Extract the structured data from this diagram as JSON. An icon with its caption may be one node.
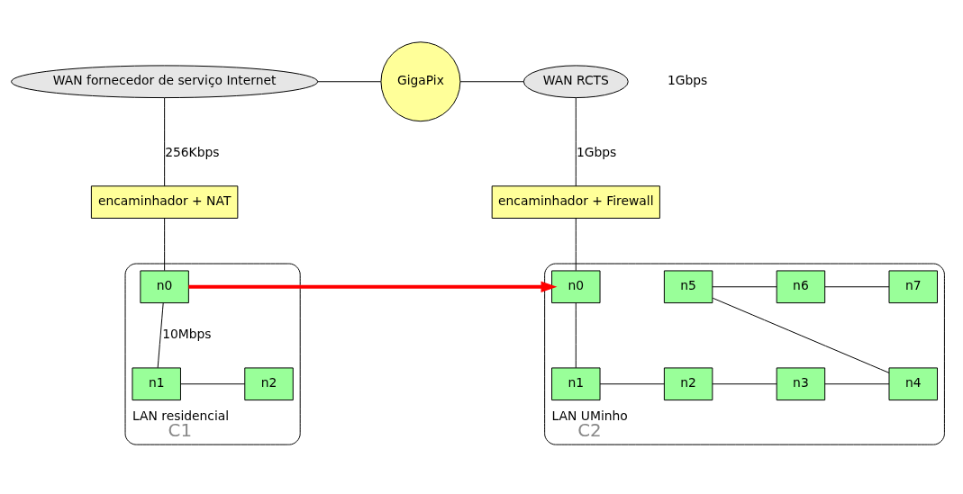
{
  "diagram": {
    "nodes": [
      {
        "text": [
          "WAN fornecedor de serviço Internet"
        ]
      },
      {
        "text": [
          "GigaPix"
        ]
      },
      {
        "text": [
          "WAN RCTS"
        ]
      },
      {
        "text": [
          "LAN residencial",
          "C1"
        ]
      },
      {
        "text": [
          "encaminhador + NAT"
        ]
      },
      {
        "text": [
          "n0"
        ],
        "in": 3
      },
      {
        "text": [
          "n1"
        ],
        "in": 3
      },
      {
        "text": [
          "n2"
        ],
        "in": 3
      },
      {
        "text": [
          "LAN UMinho",
          "C2"
        ]
      },
      {
        "text": [
          "encaminhador + Firewall"
        ]
      },
      {
        "text": [
          "n0"
        ],
        "in": 8
      },
      {
        "text": [
          "n7"
        ],
        "in": 8
      },
      {
        "text": [
          "n6"
        ],
        "in": 8
      },
      {
        "text": [
          "n5"
        ],
        "in": 8
      },
      {
        "text": [
          "n1"
        ],
        "in": 8
      },
      {
        "text": [
          "n2"
        ],
        "in": 8
      },
      {
        "text": [
          "n3"
        ],
        "in": 8
      },
      {
        "text": [
          "n4"
        ],
        "in": 8
      }
    ],
    "edges": [
      {
        "from": 0,
        "to": 1,
        "arrow": "none"
      },
      {
        "from": 1,
        "to": 2,
        "arrow": "none"
      },
      {
        "from": 0,
        "to": 4,
        "arrow": "none",
        "label": "256Kbps"
      },
      {
        "from": 2,
        "to": 9,
        "arrow": "none",
        "label": "1Gbps"
      },
      {
        "from": 4,
        "to": 5,
        "arrow": "none"
      },
      {
        "from": 9,
        "to": 10,
        "arrow": "none"
      },
      {
        "from": 5,
        "to": 6,
        "arrow": "none",
        "label": "10Mbps"
      },
      {
        "from": 6,
        "to": 7,
        "arrow": "none"
      },
      {
        "from": 10,
        "to": 14,
        "arrow": "none"
      },
      {
        "from": 14,
        "to": 15,
        "arrow": "none"
      },
      {
        "from": 15,
        "to": 16,
        "arrow": "none"
      },
      {
        "from": 16,
        "to": 17,
        "arrow": "none"
      },
      {
        "from": 17,
        "to": 13,
        "arrow": "none"
      },
      {
        "from": 13,
        "to": 12,
        "arrow": "none"
      },
      {
        "from": 12,
        "to": 11,
        "arrow": "none"
      },
      {
        "from": 5,
        "to": 10,
        "arrow": "to",
        "style": "thick",
        "color": "#ff0000"
      }
    ],
    "labels": [
      "1Gbps"
    ]
  }
}
